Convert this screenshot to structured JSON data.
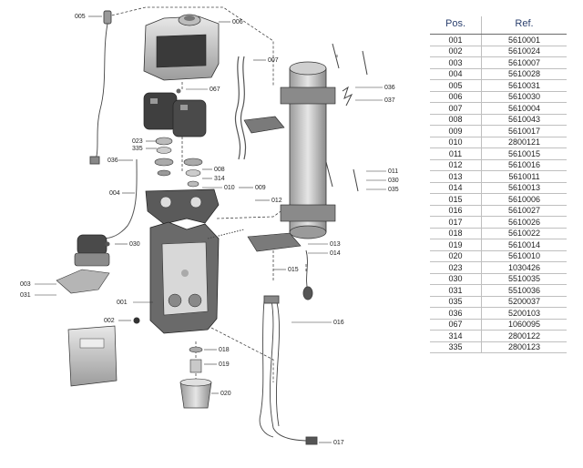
{
  "table": {
    "headers": {
      "pos": "Pos.",
      "ref": "Ref."
    },
    "rows": [
      {
        "pos": "001",
        "ref": "5610001"
      },
      {
        "pos": "002",
        "ref": "5610024"
      },
      {
        "pos": "003",
        "ref": "5610007"
      },
      {
        "pos": "004",
        "ref": "5610028"
      },
      {
        "pos": "005",
        "ref": "5610031"
      },
      {
        "pos": "006",
        "ref": "5610030"
      },
      {
        "pos": "007",
        "ref": "5610004"
      },
      {
        "pos": "008",
        "ref": "5610043"
      },
      {
        "pos": "009",
        "ref": "5610017"
      },
      {
        "pos": "010",
        "ref": "2800121"
      },
      {
        "pos": "011",
        "ref": "5610015"
      },
      {
        "pos": "012",
        "ref": "5610016"
      },
      {
        "pos": "013",
        "ref": "5610011"
      },
      {
        "pos": "014",
        "ref": "5610013"
      },
      {
        "pos": "015",
        "ref": "5610006"
      },
      {
        "pos": "016",
        "ref": "5610027"
      },
      {
        "pos": "017",
        "ref": "5610026"
      },
      {
        "pos": "018",
        "ref": "5610022"
      },
      {
        "pos": "019",
        "ref": "5610014"
      },
      {
        "pos": "020",
        "ref": "5610010"
      },
      {
        "pos": "023",
        "ref": "1030426"
      },
      {
        "pos": "030",
        "ref": "5510035"
      },
      {
        "pos": "031",
        "ref": "5510036"
      },
      {
        "pos": "035",
        "ref": "5200037"
      },
      {
        "pos": "036",
        "ref": "5200103"
      },
      {
        "pos": "067",
        "ref": "1060095"
      },
      {
        "pos": "314",
        "ref": "2800122"
      },
      {
        "pos": "335",
        "ref": "2800123"
      }
    ]
  },
  "diagram": {
    "callouts": {
      "c005": "005",
      "c006": "006",
      "c007": "007",
      "c067": "067",
      "c023": "023",
      "c335": "335",
      "c036a": "036",
      "c008": "008",
      "c314": "314",
      "c010": "010",
      "c009": "009",
      "c004": "004",
      "c012": "012",
      "c011": "011",
      "c030a": "030",
      "c035": "035",
      "c036b": "036",
      "c037": "037",
      "c030b": "030",
      "c003": "003",
      "c031": "031",
      "c001": "001",
      "c013": "013",
      "c014": "014",
      "c015": "015",
      "c002": "002",
      "c016": "016",
      "c018": "018",
      "c019": "019",
      "c020": "020",
      "c017": "017"
    }
  },
  "colors": {
    "part_fill": "#d9d9d9",
    "part_dark": "#555555",
    "line": "#333333",
    "header_text": "#2a3f6d"
  }
}
